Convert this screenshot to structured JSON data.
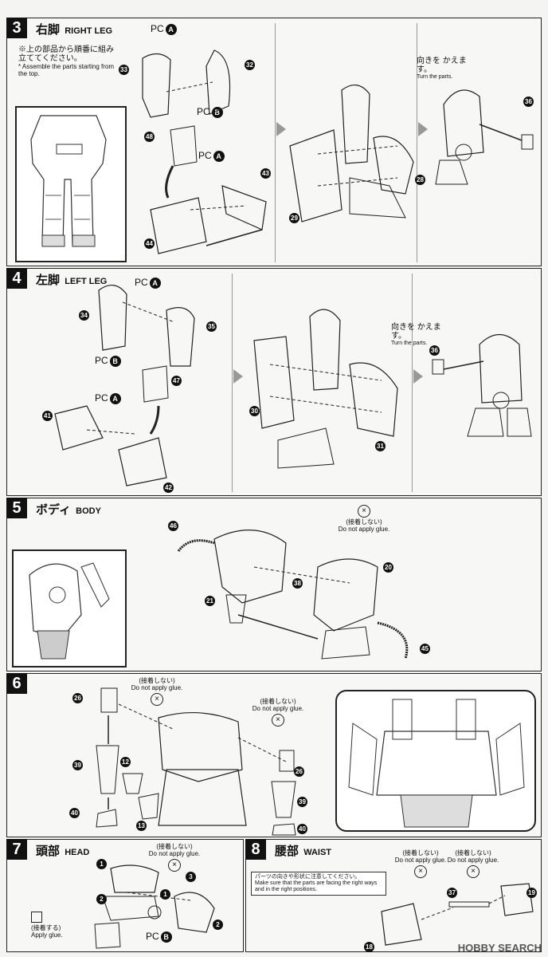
{
  "steps": [
    {
      "no": "3",
      "title_ja": "右脚",
      "title_en": "RIGHT LEG"
    },
    {
      "no": "4",
      "title_ja": "左脚",
      "title_en": "LEFT LEG"
    },
    {
      "no": "5",
      "title_ja": "ボディ",
      "title_en": "BODY"
    },
    {
      "no": "6",
      "title_ja": "",
      "title_en": ""
    },
    {
      "no": "7",
      "title_ja": "頭部",
      "title_en": "HEAD"
    },
    {
      "no": "8",
      "title_ja": "腰部",
      "title_en": "WAIST"
    }
  ],
  "notes": {
    "assemble_order_ja": "※上の部品から順番に組み立ててください。",
    "assemble_order_en": "* Assemble the parts starting from the top.",
    "turn_ja": "向きを かえます。",
    "turn_en": "Turn the parts.",
    "no_glue_ja": "(接着しない)",
    "no_glue_en": "Do not apply glue.",
    "glue_ja": "(接着する)",
    "glue_en": "Apply glue.",
    "direction_ja": "パーツの向きや形状に注意してください。",
    "direction_en": "Make sure that the parts are facing the right ways and in the right positions."
  },
  "pc": {
    "label": "PC",
    "a": "A",
    "b": "B"
  },
  "parts": {
    "s3": [
      "33",
      "32",
      "48",
      "43",
      "44",
      "29",
      "28",
      "36"
    ],
    "s4": [
      "34",
      "35",
      "47",
      "41",
      "42",
      "30",
      "31",
      "36"
    ],
    "s5": [
      "46",
      "21",
      "38",
      "20",
      "45"
    ],
    "s6": [
      "26",
      "39",
      "40",
      "12",
      "13",
      "26",
      "39",
      "40"
    ],
    "s7": [
      "1",
      "2",
      "3",
      "1",
      "2"
    ],
    "s8": [
      "37",
      "18",
      "19"
    ]
  },
  "logo": "HOBBY SEARCH"
}
